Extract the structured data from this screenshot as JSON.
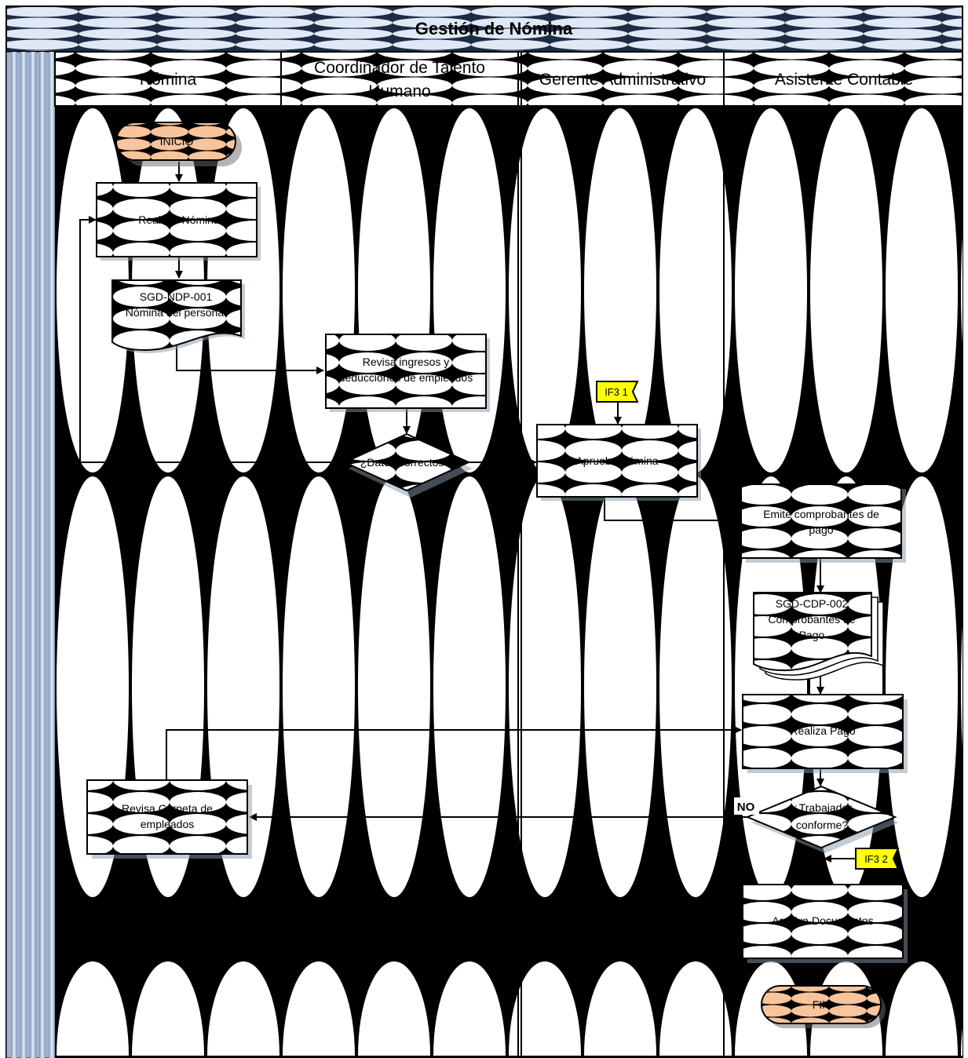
{
  "title": "Gestión de Nómina",
  "lanes": [
    {
      "line1": "Nómina",
      "line2": ""
    },
    {
      "line1": "Coordinador de Talento",
      "line2": "Humano"
    },
    {
      "line1": "Gerente Administrativo",
      "line2": ""
    },
    {
      "line1": "Asistente Contable",
      "line2": ""
    }
  ],
  "nodes": {
    "inicio": "INICIO",
    "realizar_nomina": "Realizar Nómina",
    "doc_nomina": {
      "line1": "SGD-NDP-001",
      "line2": "Nómina del personal"
    },
    "revisa_ingresos": {
      "line1": "Revisa ingresos y",
      "line2": "deducciones de empleados"
    },
    "datos_correctos": "¿Datos correctos?",
    "aprueba_nomina": "Aprueba Nómina",
    "emite_comprobantes": {
      "line1": "Emite comprobantes de",
      "line2": "pago"
    },
    "doc_comprobantes": {
      "line1": "SGD-CDP-002",
      "line2": "Comprobantes de",
      "line3": "Pago"
    },
    "realiza_pago": "Realiza Pago",
    "trabajador_conforme": {
      "line1": "¿Trabajador",
      "line2": "conforme?"
    },
    "revisa_carpeta": {
      "line1": "Revisa Carpeta de",
      "line2": "empleados"
    },
    "archiva_documentos": "Archiva Documentos",
    "fin": "FIN"
  },
  "connectors": {
    "if3_1": "IF3 1",
    "if3_2": "IF3 2"
  },
  "branch_labels": {
    "no": "NO"
  },
  "colors": {
    "terminator_fill": "#f8c49c",
    "connector_tag_fill": "#ffff00",
    "frame_blue": "#b8c8e0"
  }
}
